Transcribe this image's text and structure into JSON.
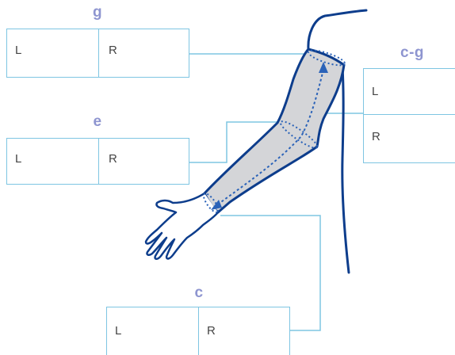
{
  "measurements": {
    "g": {
      "label": "g",
      "left_label": "L",
      "right_label": "R"
    },
    "e": {
      "label": "e",
      "left_label": "L",
      "right_label": "R"
    },
    "cg": {
      "label": "c-g",
      "left_label": "L",
      "right_label": "R"
    },
    "c": {
      "label": "c",
      "left_label": "L",
      "right_label": "R"
    }
  },
  "colors": {
    "heading": "#8e95d0",
    "box_border": "#7ec5e2",
    "leader_line": "#7ec5e2",
    "arm_outline": "#0d3d8c",
    "arm_fill": "#d4d5d8",
    "arrow": "#2a62b8",
    "cell_text": "#444444"
  }
}
